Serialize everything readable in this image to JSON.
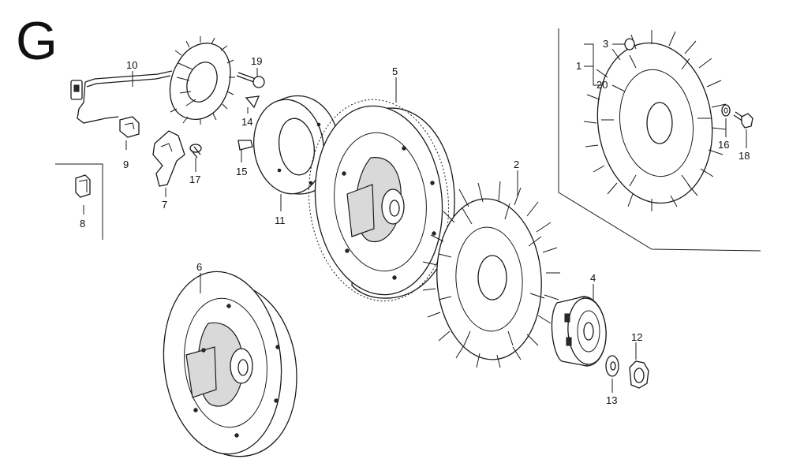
{
  "section_letter": "G",
  "callouts": {
    "c1": "1",
    "c2": "2",
    "c3": "3",
    "c4": "4",
    "c5": "5",
    "c6": "6",
    "c7": "7",
    "c8": "8",
    "c9": "9",
    "c10": "10",
    "c11": "11",
    "c12": "12",
    "c13": "13",
    "c14": "14",
    "c15": "15",
    "c16": "16",
    "c17": "17",
    "c18": "18",
    "c19": "19",
    "c20": "20"
  }
}
